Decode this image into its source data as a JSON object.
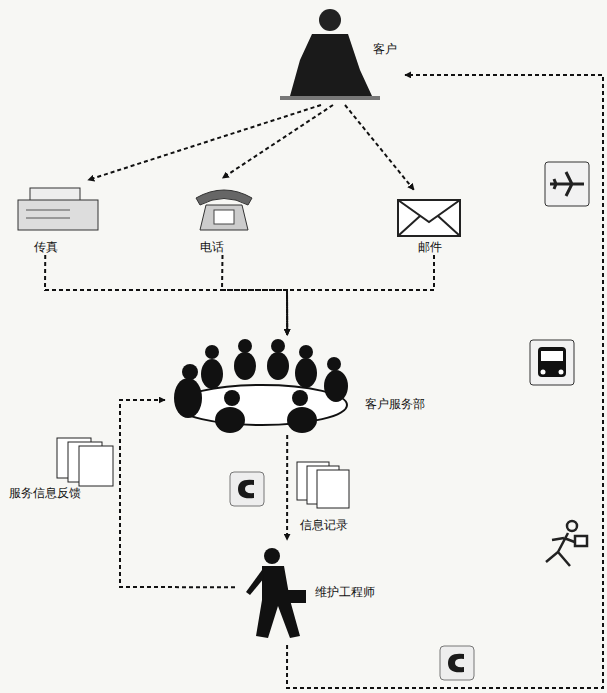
{
  "diagram": {
    "nodes": [
      {
        "text": [
          "客户"
        ]
      },
      {
        "text": [
          "传真"
        ]
      },
      {
        "text": [
          "电话"
        ]
      },
      {
        "text": [
          "邮件"
        ]
      },
      {
        "text": [
          "客户服务部"
        ]
      },
      {
        "text": [
          "服务信息反馈"
        ]
      },
      {
        "text": [
          "信息记录"
        ]
      },
      {
        "text": [
          "维护工程师"
        ]
      }
    ],
    "edges": [
      {
        "from": 0,
        "to": 1,
        "arrow": "to"
      },
      {
        "from": 0,
        "to": 2,
        "arrow": "to"
      },
      {
        "from": 0,
        "to": 3,
        "arrow": "to"
      },
      {
        "from": 1,
        "to": 4,
        "arrow": "to"
      },
      {
        "from": 2,
        "to": 4,
        "arrow": "to"
      },
      {
        "from": 3,
        "to": 4,
        "arrow": "to"
      },
      {
        "from": 4,
        "to": 7,
        "arrow": "to"
      },
      {
        "from": 7,
        "to": 4,
        "arrow": "to"
      },
      {
        "from": 7,
        "to": 0,
        "arrow": "to"
      }
    ]
  }
}
